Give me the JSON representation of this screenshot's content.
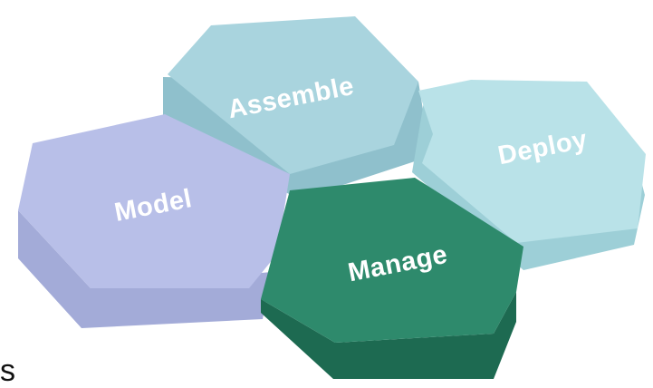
{
  "diagram": {
    "hexagons": [
      {
        "id": "assemble",
        "label": "Assemble",
        "top_color": "#a9d4de",
        "side_color": "#8fc0cc"
      },
      {
        "id": "deploy",
        "label": "Deploy",
        "top_color": "#b9e2e8",
        "side_color": "#9dcfd7"
      },
      {
        "id": "model",
        "label": "Model",
        "top_color": "#b8bfe8",
        "side_color": "#a3abd8"
      },
      {
        "id": "manage",
        "label": "Manage",
        "top_color": "#2e8a6c",
        "side_color": "#1d6a51"
      }
    ]
  },
  "fragment_text": "s"
}
